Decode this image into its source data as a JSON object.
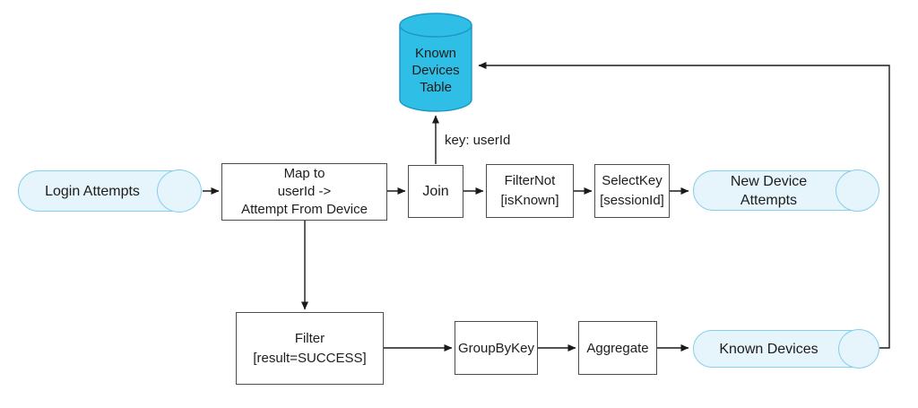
{
  "colors": {
    "cylinder_fill": "#2fbfe6",
    "cylinder_stroke": "#1a96c8",
    "pill_fill": "#e6f4fb",
    "pill_stroke": "#85cfea",
    "box_stroke": "#4d4d4d",
    "line": "#1a1a1a",
    "text": "#1d1d1b"
  },
  "nodes": {
    "known_devices_table": {
      "label": "Known\nDevices\nTable",
      "shape": "cylinder"
    },
    "login_attempts": {
      "label": "Login Attempts",
      "shape": "stream"
    },
    "map_to": {
      "label": "Map to\nuserId ->\nAttempt From Device",
      "shape": "processor"
    },
    "join": {
      "label": "Join",
      "shape": "processor"
    },
    "filter_not": {
      "label": "FilterNot\n[isKnown]",
      "shape": "processor"
    },
    "select_key": {
      "label": "SelectKey\n[sessionId]",
      "shape": "processor"
    },
    "new_device_attempts": {
      "label": "New Device\nAttempts",
      "shape": "stream"
    },
    "filter": {
      "label": "Filter\n[result=SUCCESS]",
      "shape": "processor"
    },
    "group_by_key": {
      "label": "GroupByKey",
      "shape": "processor"
    },
    "aggregate": {
      "label": "Aggregate",
      "shape": "processor"
    },
    "known_devices": {
      "label": "Known Devices",
      "shape": "stream"
    }
  },
  "edge_labels": {
    "join_to_table": "key: userId"
  }
}
